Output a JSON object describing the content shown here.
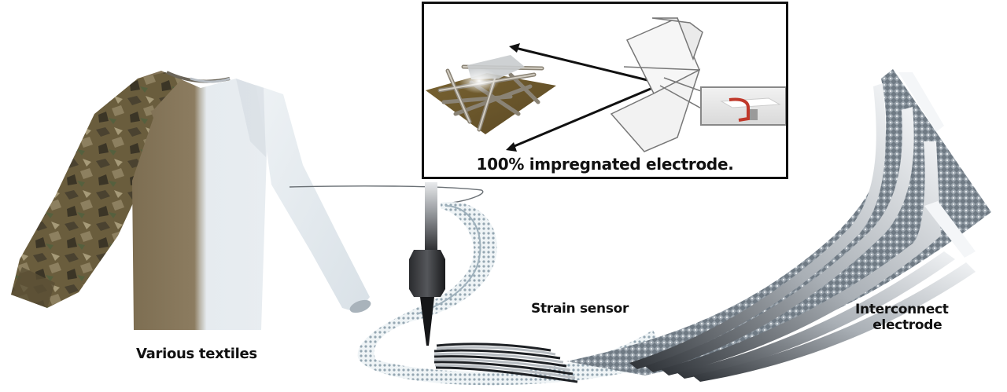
{
  "figure": {
    "labels": {
      "textiles": "Various textiles",
      "strain_sensor": "Strain sensor",
      "interconnect_line1": "Interconnect",
      "interconnect_line2": "electrode"
    },
    "inset": {
      "caption": "100% impregnated electrode.",
      "elements": [
        "nanowire-network-illustration",
        "folded-textile-cross-section",
        "cross-section-detail-thumbnail"
      ]
    },
    "colors": {
      "camo_base": "#6b5f3e",
      "khaki": "#8a7a5e",
      "white_textile": "#e9eef2",
      "sensor_mesh": "#b8c6d0",
      "electrode_dark": "#3c4248",
      "electrode_silver": "#c9ced3",
      "nozzle": "#1e1f22",
      "arrow": "#111111",
      "detail_red": "#c0392b"
    }
  }
}
